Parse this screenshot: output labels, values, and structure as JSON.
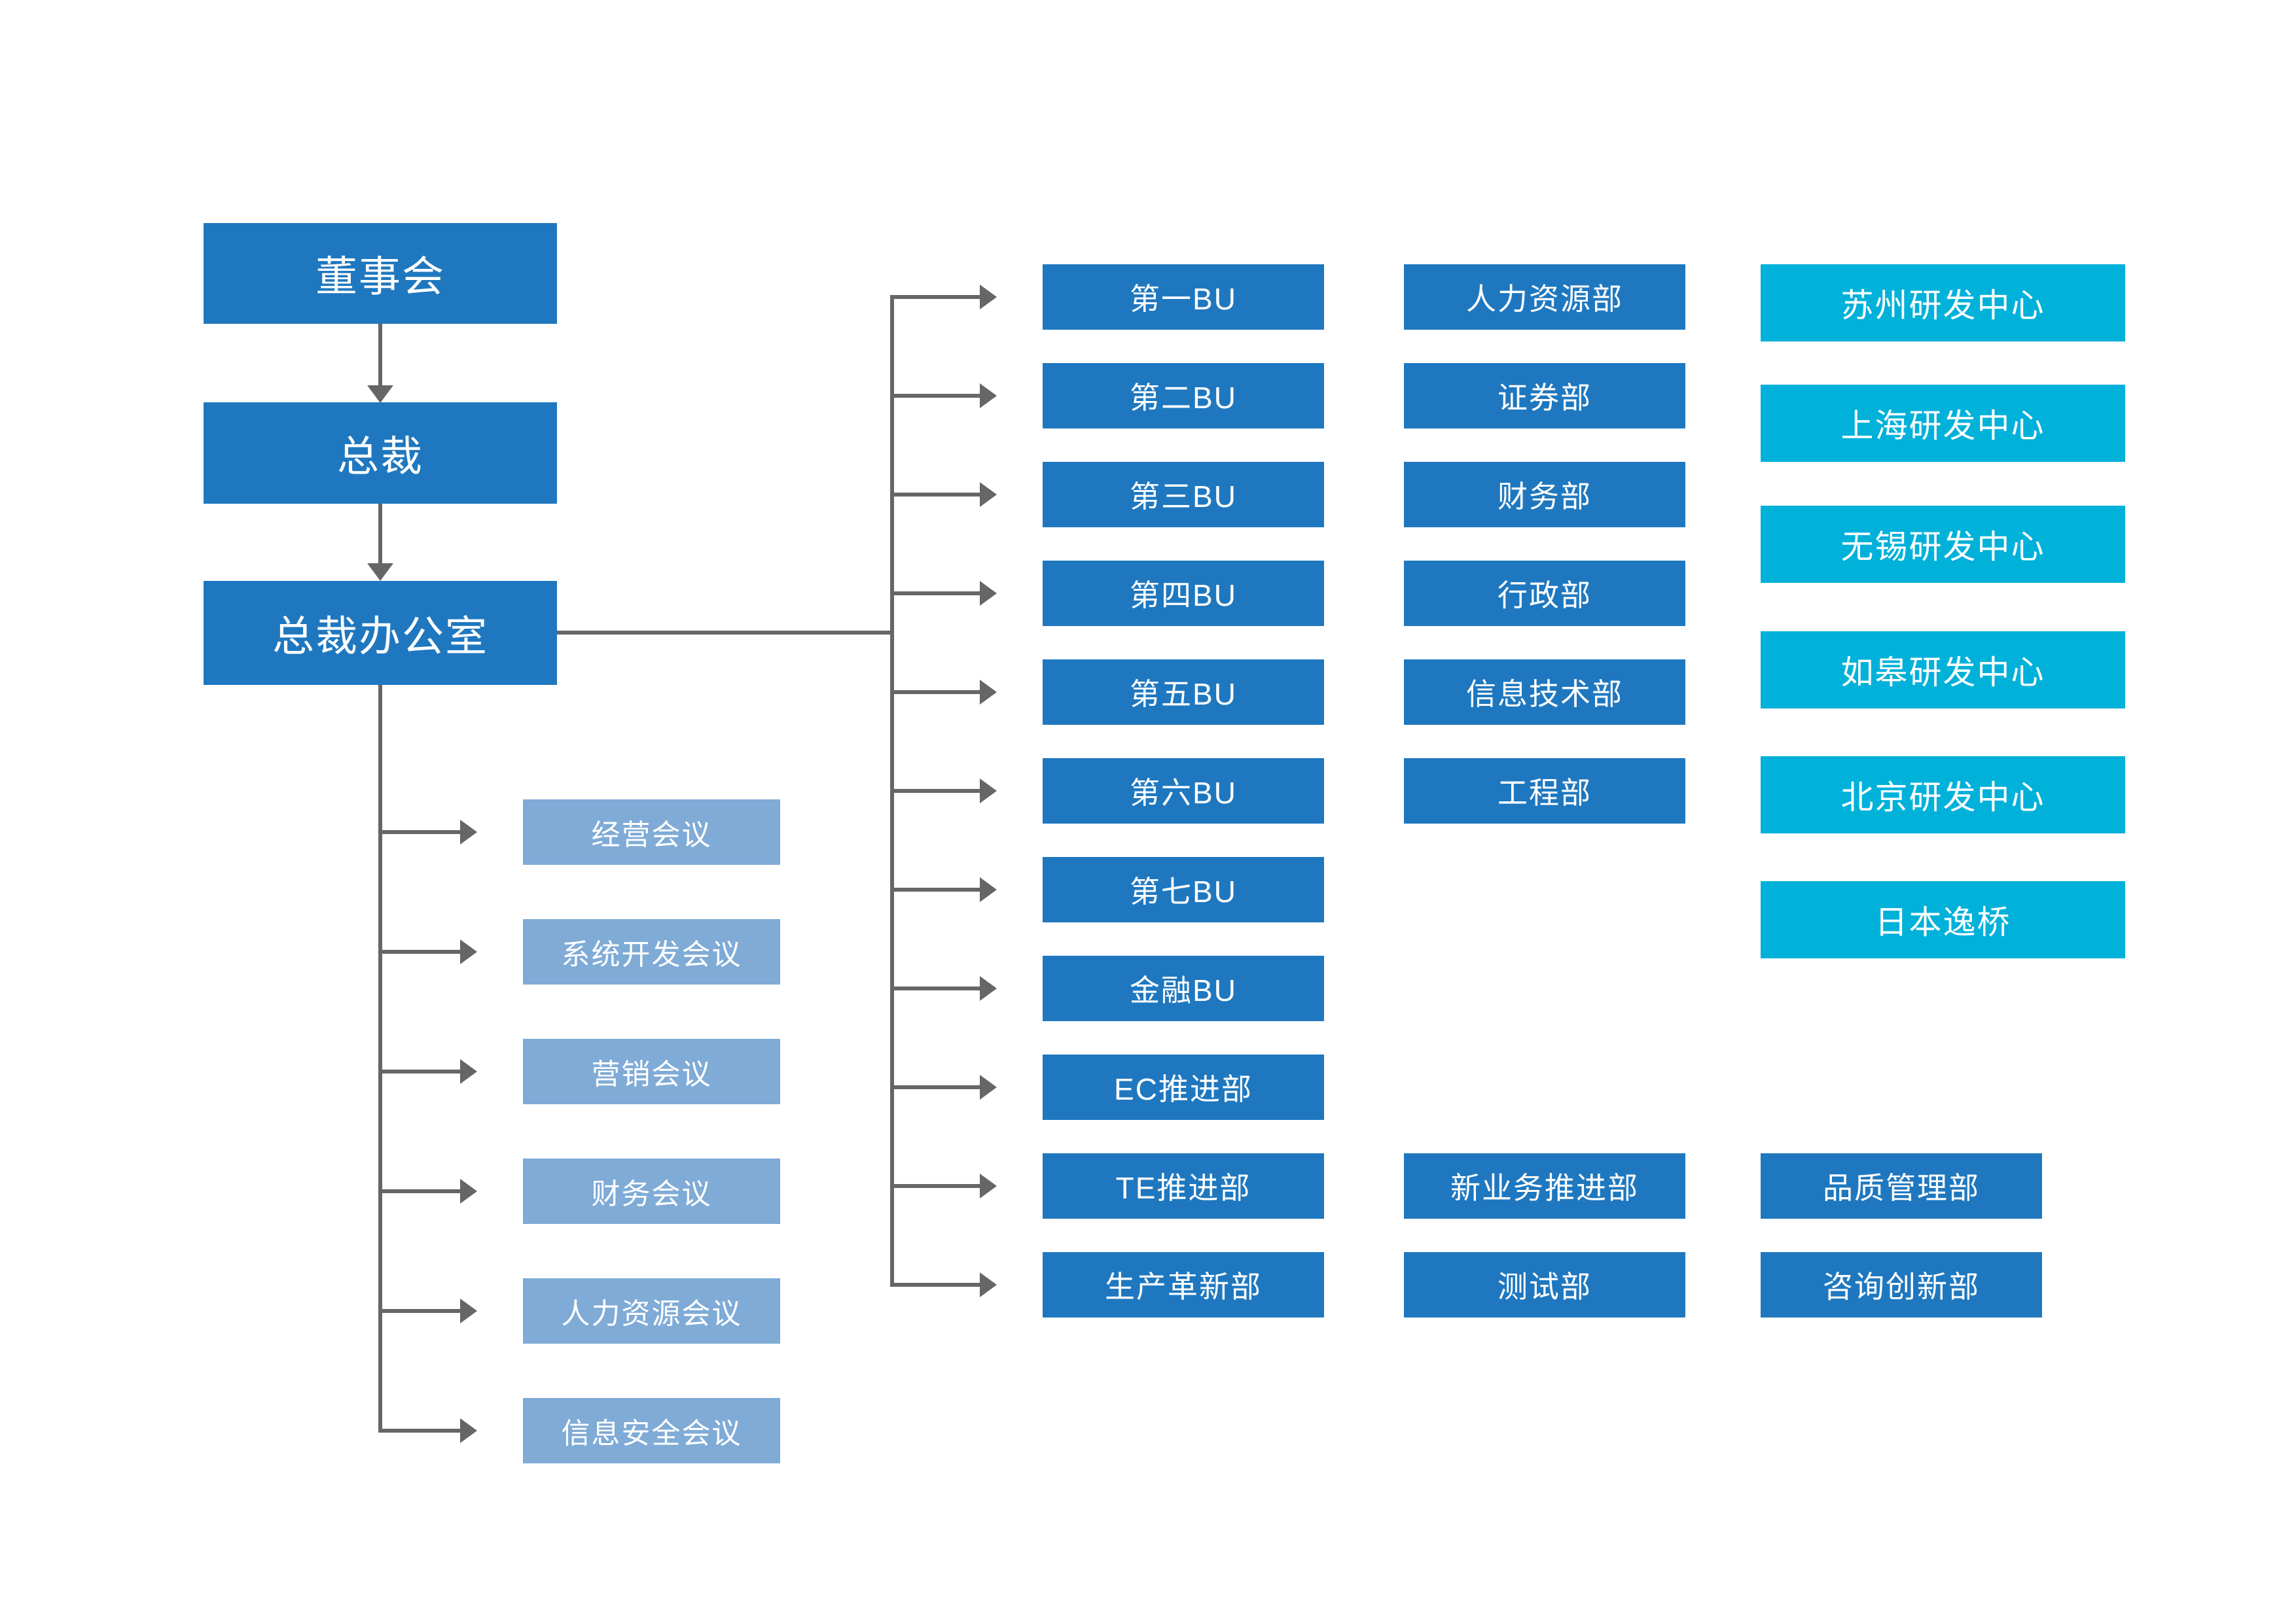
{
  "palette": {
    "node_dark_blue": "#1f78bf",
    "node_light_blue": "#7fabd6",
    "node_cyan": "#00b1da",
    "connector_gray": "#666666",
    "text_white": "#ffffff",
    "background": "#ffffff"
  },
  "hierarchy": {
    "board": "董事会",
    "president": "总裁",
    "president_office": "总裁办公室"
  },
  "meetings": [
    "经营会议",
    "系统开发会议",
    "营销会议",
    "财务会议",
    "人力资源会议",
    "信息安全会议"
  ],
  "business_units": [
    "第一BU",
    "第二BU",
    "第三BU",
    "第四BU",
    "第五BU",
    "第六BU",
    "第七BU",
    "金融BU",
    "EC推进部",
    "TE推进部",
    "生产革新部"
  ],
  "functional_departments": [
    "人力资源部",
    "证券部",
    "财务部",
    "行政部",
    "信息技术部",
    "工程部"
  ],
  "mid_lower_departments": [
    "新业务推进部",
    "测试部"
  ],
  "rd_centers": [
    "苏州研发中心",
    "上海研发中心",
    "无锡研发中心",
    "如皋研发中心",
    "北京研发中心",
    "日本逸桥"
  ],
  "right_lower_departments": [
    "品质管理部",
    "咨询创新部"
  ]
}
